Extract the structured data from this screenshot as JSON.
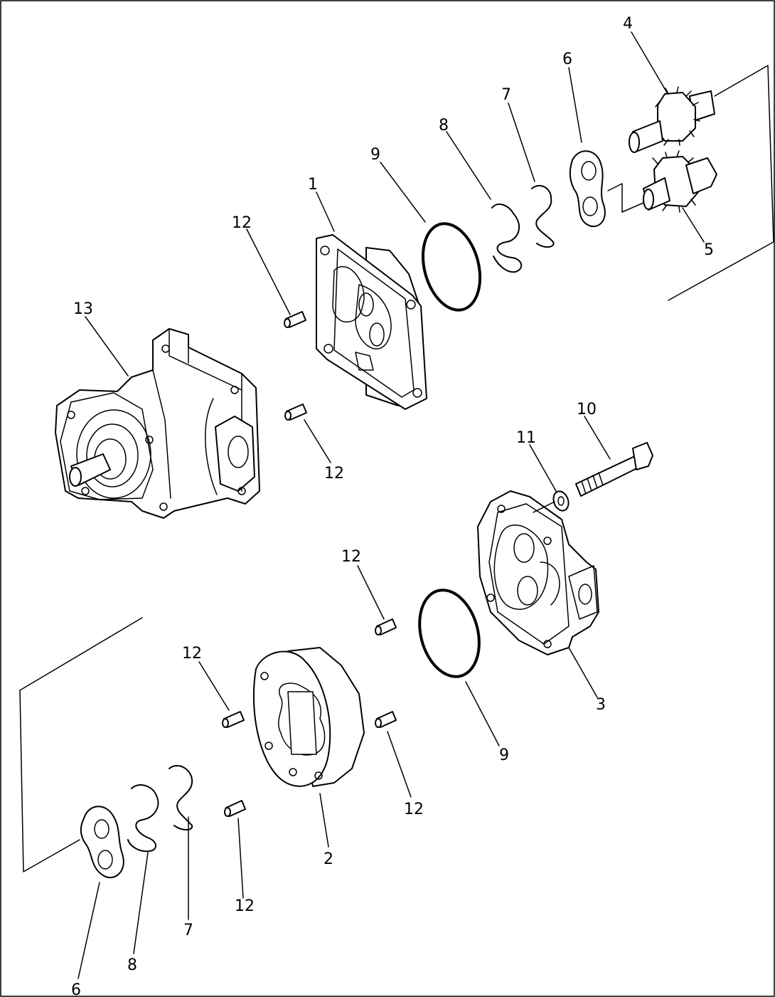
{
  "callouts": {
    "c1": "1",
    "c2": "2",
    "c3": "3",
    "c4": "4",
    "c5": "5",
    "c6_top": "6",
    "c7_top": "7",
    "c8_top": "8",
    "c9_top": "9",
    "c10": "10",
    "c11": "11",
    "c12_a": "12",
    "c12_b": "12",
    "c12_c": "12",
    "c12_d": "12",
    "c12_e": "12",
    "c12_f": "12",
    "c13": "13",
    "c9_bottom": "9",
    "c6_bottom": "6",
    "c7_bottom": "7",
    "c8_bottom": "8"
  }
}
